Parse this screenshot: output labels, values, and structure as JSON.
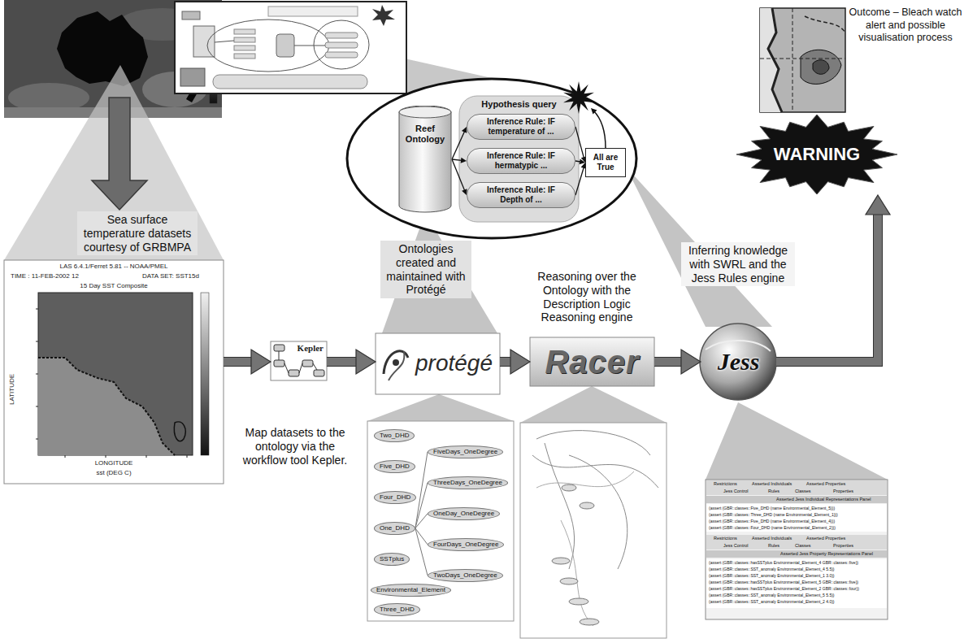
{
  "diagram": {
    "nodes": [
      {
        "text": [
          "LAS 6.4.1/Ferret 5.81 -- NOAA/PMEL",
          "TIME : 11-FEB-2002 12",
          "DATA SET: SST15d",
          "15 Day SST Composite",
          "LATITUDE",
          "LONGITUDE",
          "sst (DEG C)"
        ]
      },
      {
        "text": [
          "Kepler"
        ]
      },
      {
        "text": [
          "protégé"
        ]
      },
      {
        "text": [
          "Racer"
        ]
      },
      {
        "text": [
          "Jess"
        ]
      },
      {
        "text": [
          "WARNING"
        ]
      },
      {
        "text": [
          "Reef Ontology"
        ]
      },
      {
        "text": [
          "Hypothesis query"
        ]
      },
      {
        "text": [
          "Inference Rule: IF temperature of ..."
        ],
        "in": 7
      },
      {
        "text": [
          "Inference Rule: IF hermatypic ..."
        ],
        "in": 7
      },
      {
        "text": [
          "Inference Rule: IF Depth of ..."
        ],
        "in": 7
      },
      {
        "text": [
          "All are True"
        ]
      },
      {
        "text": [
          "Two_DHD"
        ]
      },
      {
        "text": [
          "Five_DHD"
        ]
      },
      {
        "text": [
          "Four_DHD"
        ]
      },
      {
        "text": [
          "One_DHD"
        ]
      },
      {
        "text": [
          "SSTplus"
        ]
      },
      {
        "text": [
          "Environmental_Element"
        ]
      },
      {
        "text": [
          "Three_DHD"
        ]
      },
      {
        "text": [
          "FiveDays_OneDegree"
        ]
      },
      {
        "text": [
          "ThreeDays_OneDegree"
        ]
      },
      {
        "text": [
          "OneDay_OneDegree"
        ]
      },
      {
        "text": [
          "FourDays_OneDegree"
        ]
      },
      {
        "text": [
          "TwoDays_OneDegree"
        ]
      }
    ],
    "edges": [
      {
        "from": 0,
        "to": 1,
        "arrow": "to"
      },
      {
        "from": 1,
        "to": 2,
        "arrow": "to"
      },
      {
        "from": 2,
        "to": 3,
        "arrow": "to"
      },
      {
        "from": 3,
        "to": 4,
        "arrow": "to"
      },
      {
        "from": 4,
        "to": 5,
        "arrow": "to"
      },
      {
        "from": 6,
        "to": 8,
        "arrow": "to"
      },
      {
        "from": 6,
        "to": 9,
        "arrow": "to"
      },
      {
        "from": 6,
        "to": 10,
        "arrow": "to"
      },
      {
        "from": 8,
        "to": 11,
        "arrow": "to"
      },
      {
        "from": 9,
        "to": 11,
        "arrow": "to"
      },
      {
        "from": 10,
        "to": 11,
        "arrow": "to"
      },
      {
        "from": 15,
        "to": 19,
        "arrow": "none"
      },
      {
        "from": 15,
        "to": 20,
        "arrow": "none"
      },
      {
        "from": 15,
        "to": 21,
        "arrow": "none"
      },
      {
        "from": 15,
        "to": 22,
        "arrow": "none"
      },
      {
        "from": 15,
        "to": 23,
        "arrow": "none"
      }
    ],
    "labels": [
      "Sea surface temperature datasets courtesy of GRBMPA",
      "Map datasets to the ontology via the workflow tool Kepler.",
      "Ontologies created and maintained with Protégé",
      "Reasoning over the Ontology with the Description Logic Reasoning engine",
      "Inferring knowledge with SWRL and the Jess Rules engine",
      "Outcome – Bleach watch alert and possible visualisation process",
      "Restrictions",
      "Asserted Individuals",
      "Asserted Properties",
      "Jess Control",
      "Rules",
      "Classes",
      "Properties",
      "Asserted Jess Individual Representations Panel",
      "(assert (GBR::classes::Five_DHD (name Environmental_Element_5)))",
      "(assert (GBR::classes::Three_DHD (name Environmental_Element_1)))",
      "(assert (GBR::classes::Five_DHD (name Environmental_Element_4)))",
      "(assert (GBR::classes::Four_DHD (name Environmental_Element_2)))",
      "Restrictions",
      "Asserted Individuals",
      "Asserted Properties",
      "Jess Control",
      "Rules",
      "Classes",
      "Properties",
      "Asserted Jess Property Representations Panel",
      "(assert (GBR::classes::hasSSTplus Environmental_Element_4 GBR::classes::five))",
      "(assert (GBR::classes::SST_anomaly Environmental_Element_4 5.5))",
      "(assert (GBR::classes::SST_anomaly Environmental_Element_1 3.0))",
      "(assert (GBR::classes::hasSSTplus Environmental_Element_5 GBR::classes::five))",
      "(assert (GBR::classes::hasSSTplus Environmental_Element_2 GBR::classes::four))",
      "(assert (GBR::classes::SST_anomaly Environmental_Element_5 5.5))",
      "(assert (GBR::classes::SST_anomaly Environmental_Element_2 4.0))"
    ]
  }
}
